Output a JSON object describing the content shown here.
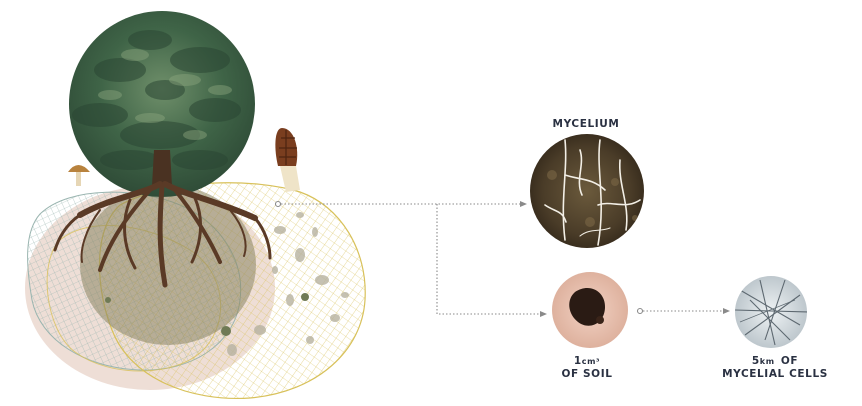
{
  "labels": {
    "mycelium": "MYCELIUM",
    "soil_qty_num": "1",
    "soil_qty_unit": "cm³",
    "soil_rest": "OF SOIL",
    "cells_qty_num": "5",
    "cells_qty_unit": "km",
    "cells_rest_line1": "OF",
    "cells_rest_line2": "MYCELIAL CELLS"
  },
  "icons": {
    "tree": "tree-illustration",
    "roots": "roots-icon",
    "mushroom_left": "mushroom-icon",
    "morel": "morel-mushroom-icon",
    "mycelium_photo": "mycelium-photo",
    "soil_photo": "soil-sample-photo",
    "cells_photo": "mycelial-cells-micrograph"
  },
  "colors": {
    "label_text": "#2a3142",
    "connector": "#8a8a8a",
    "network_gold": "#d8c15a",
    "network_teal": "#9ab5b0",
    "tree_green": "#3f6447",
    "root_brown": "#5a3a26",
    "soil_pink": "#e9c3b3"
  }
}
